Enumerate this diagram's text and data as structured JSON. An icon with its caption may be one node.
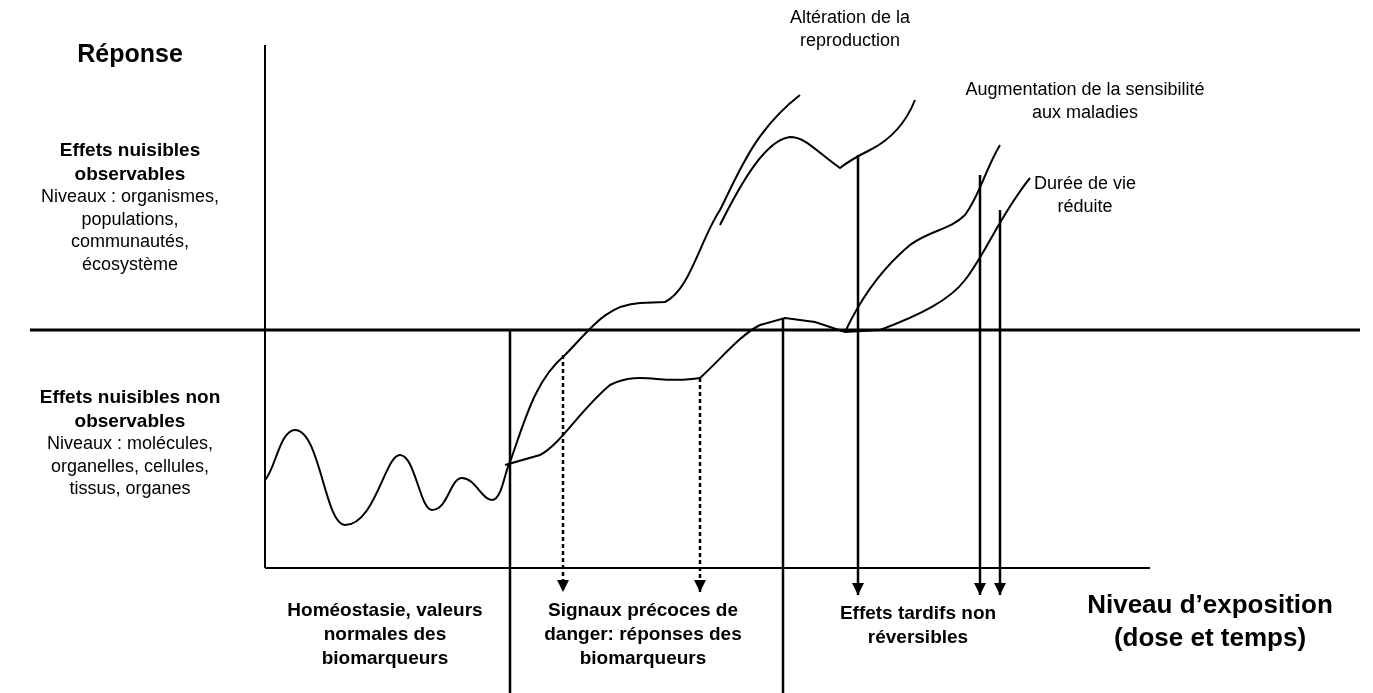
{
  "diagram": {
    "nodes": [
      {
        "text": [
          "Signaux précoces de danger: réponses des biomarqueurs"
        ]
      },
      {
        "text": [
          "Effets tardifs non réversibles"
        ]
      }
    ],
    "edges": [
      {
        "from": null,
        "to": 0,
        "arrow": "to",
        "style": "dashed"
      },
      {
        "from": null,
        "to": 0,
        "arrow": "to",
        "style": "dashed"
      },
      {
        "from": null,
        "to": 1,
        "arrow": "to"
      },
      {
        "from": null,
        "to": 1,
        "arrow": "to"
      },
      {
        "from": null,
        "to": 1,
        "arrow": "to"
      }
    ],
    "labels": [
      "Réponse",
      "Effets nuisibles observables",
      "Niveaux : organismes, populations, communautés, écosystème",
      "Effets nuisibles non observables",
      "Niveaux : molécules, organelles, cellules, tissus, organes",
      "Homéostasie, valeurs normales des biomarqueurs",
      "Niveau d’exposition (dose et temps)",
      "Altération de la reproduction",
      "Augmentation de la sensibilité aux maladies",
      "Durée de vie réduite"
    ]
  }
}
